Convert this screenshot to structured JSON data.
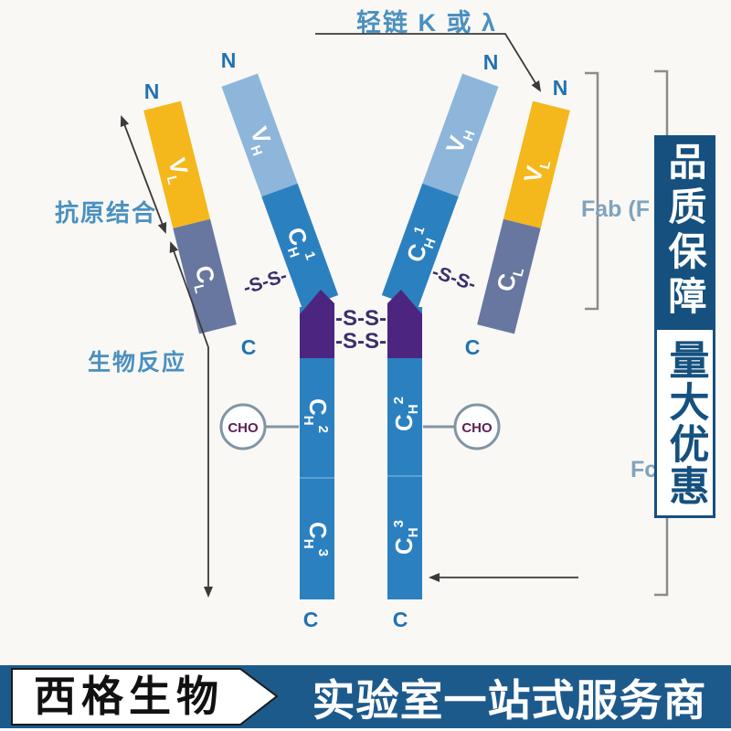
{
  "colors": {
    "heavy_chain_blue": "#2b80c0",
    "vh_light_blue": "#8db6da",
    "vl_yellow": "#f4b81c",
    "cl_slate": "#68779f",
    "hinge_purple": "#4c2580",
    "ss_text": "#3b2f6b",
    "cho_text": "#5e2153",
    "terminus_label_blue": "#2272b0",
    "annotation_blue": "#4a90c0",
    "fab_fc_gray_blue": "#7fa3bd",
    "banner_blue": "#15507e",
    "footer_blue": "#1d5a8c"
  },
  "diagram": {
    "light_chain_note": "轻链 K 或 λ",
    "antigen_binding": "抗原结合",
    "bio_response": "生物反应",
    "n_terminus": "N",
    "c_terminus": "C",
    "cho": "CHO",
    "ss": "-S-S-",
    "fab": "Fab (F",
    "fc": "Fc",
    "domains": {
      "v": "V",
      "c": "C",
      "h": "H",
      "l": "L",
      "one": "1",
      "two": "2",
      "three": "3"
    }
  },
  "banner": {
    "quality": "品质保障",
    "bulk": "量大优惠"
  },
  "footer": {
    "brand": "西格生物",
    "slogan": "实验室一站式服务商"
  }
}
